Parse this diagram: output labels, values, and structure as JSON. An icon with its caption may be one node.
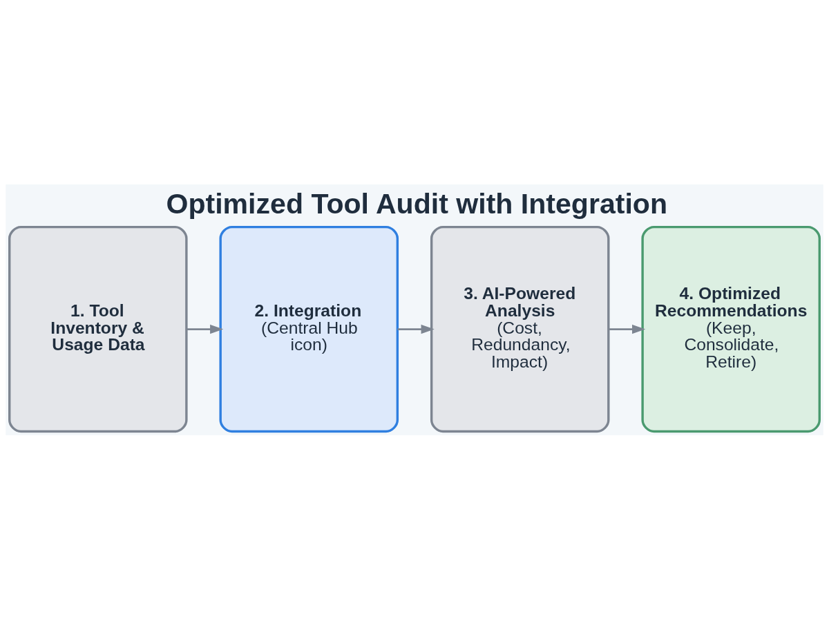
{
  "diagram": {
    "title": "Optimized Tool Audit with Integration",
    "nodes": [
      {
        "text": [
          "1. Tool Inventory & Usage Data"
        ]
      },
      {
        "text": [
          "2. Integration",
          "(Central Hub icon)"
        ]
      },
      {
        "text": [
          "3. AI-Powered Analysis",
          "(Cost, Redundancy, Impact)"
        ]
      },
      {
        "text": [
          "4. Optimized Recommendations",
          "(Keep, Consolidate, Retire)"
        ]
      }
    ],
    "edges": [
      {
        "from": 0,
        "to": 1,
        "arrow": "to"
      },
      {
        "from": 1,
        "to": 2,
        "arrow": "to"
      },
      {
        "from": 2,
        "to": 3,
        "arrow": "to"
      }
    ]
  }
}
